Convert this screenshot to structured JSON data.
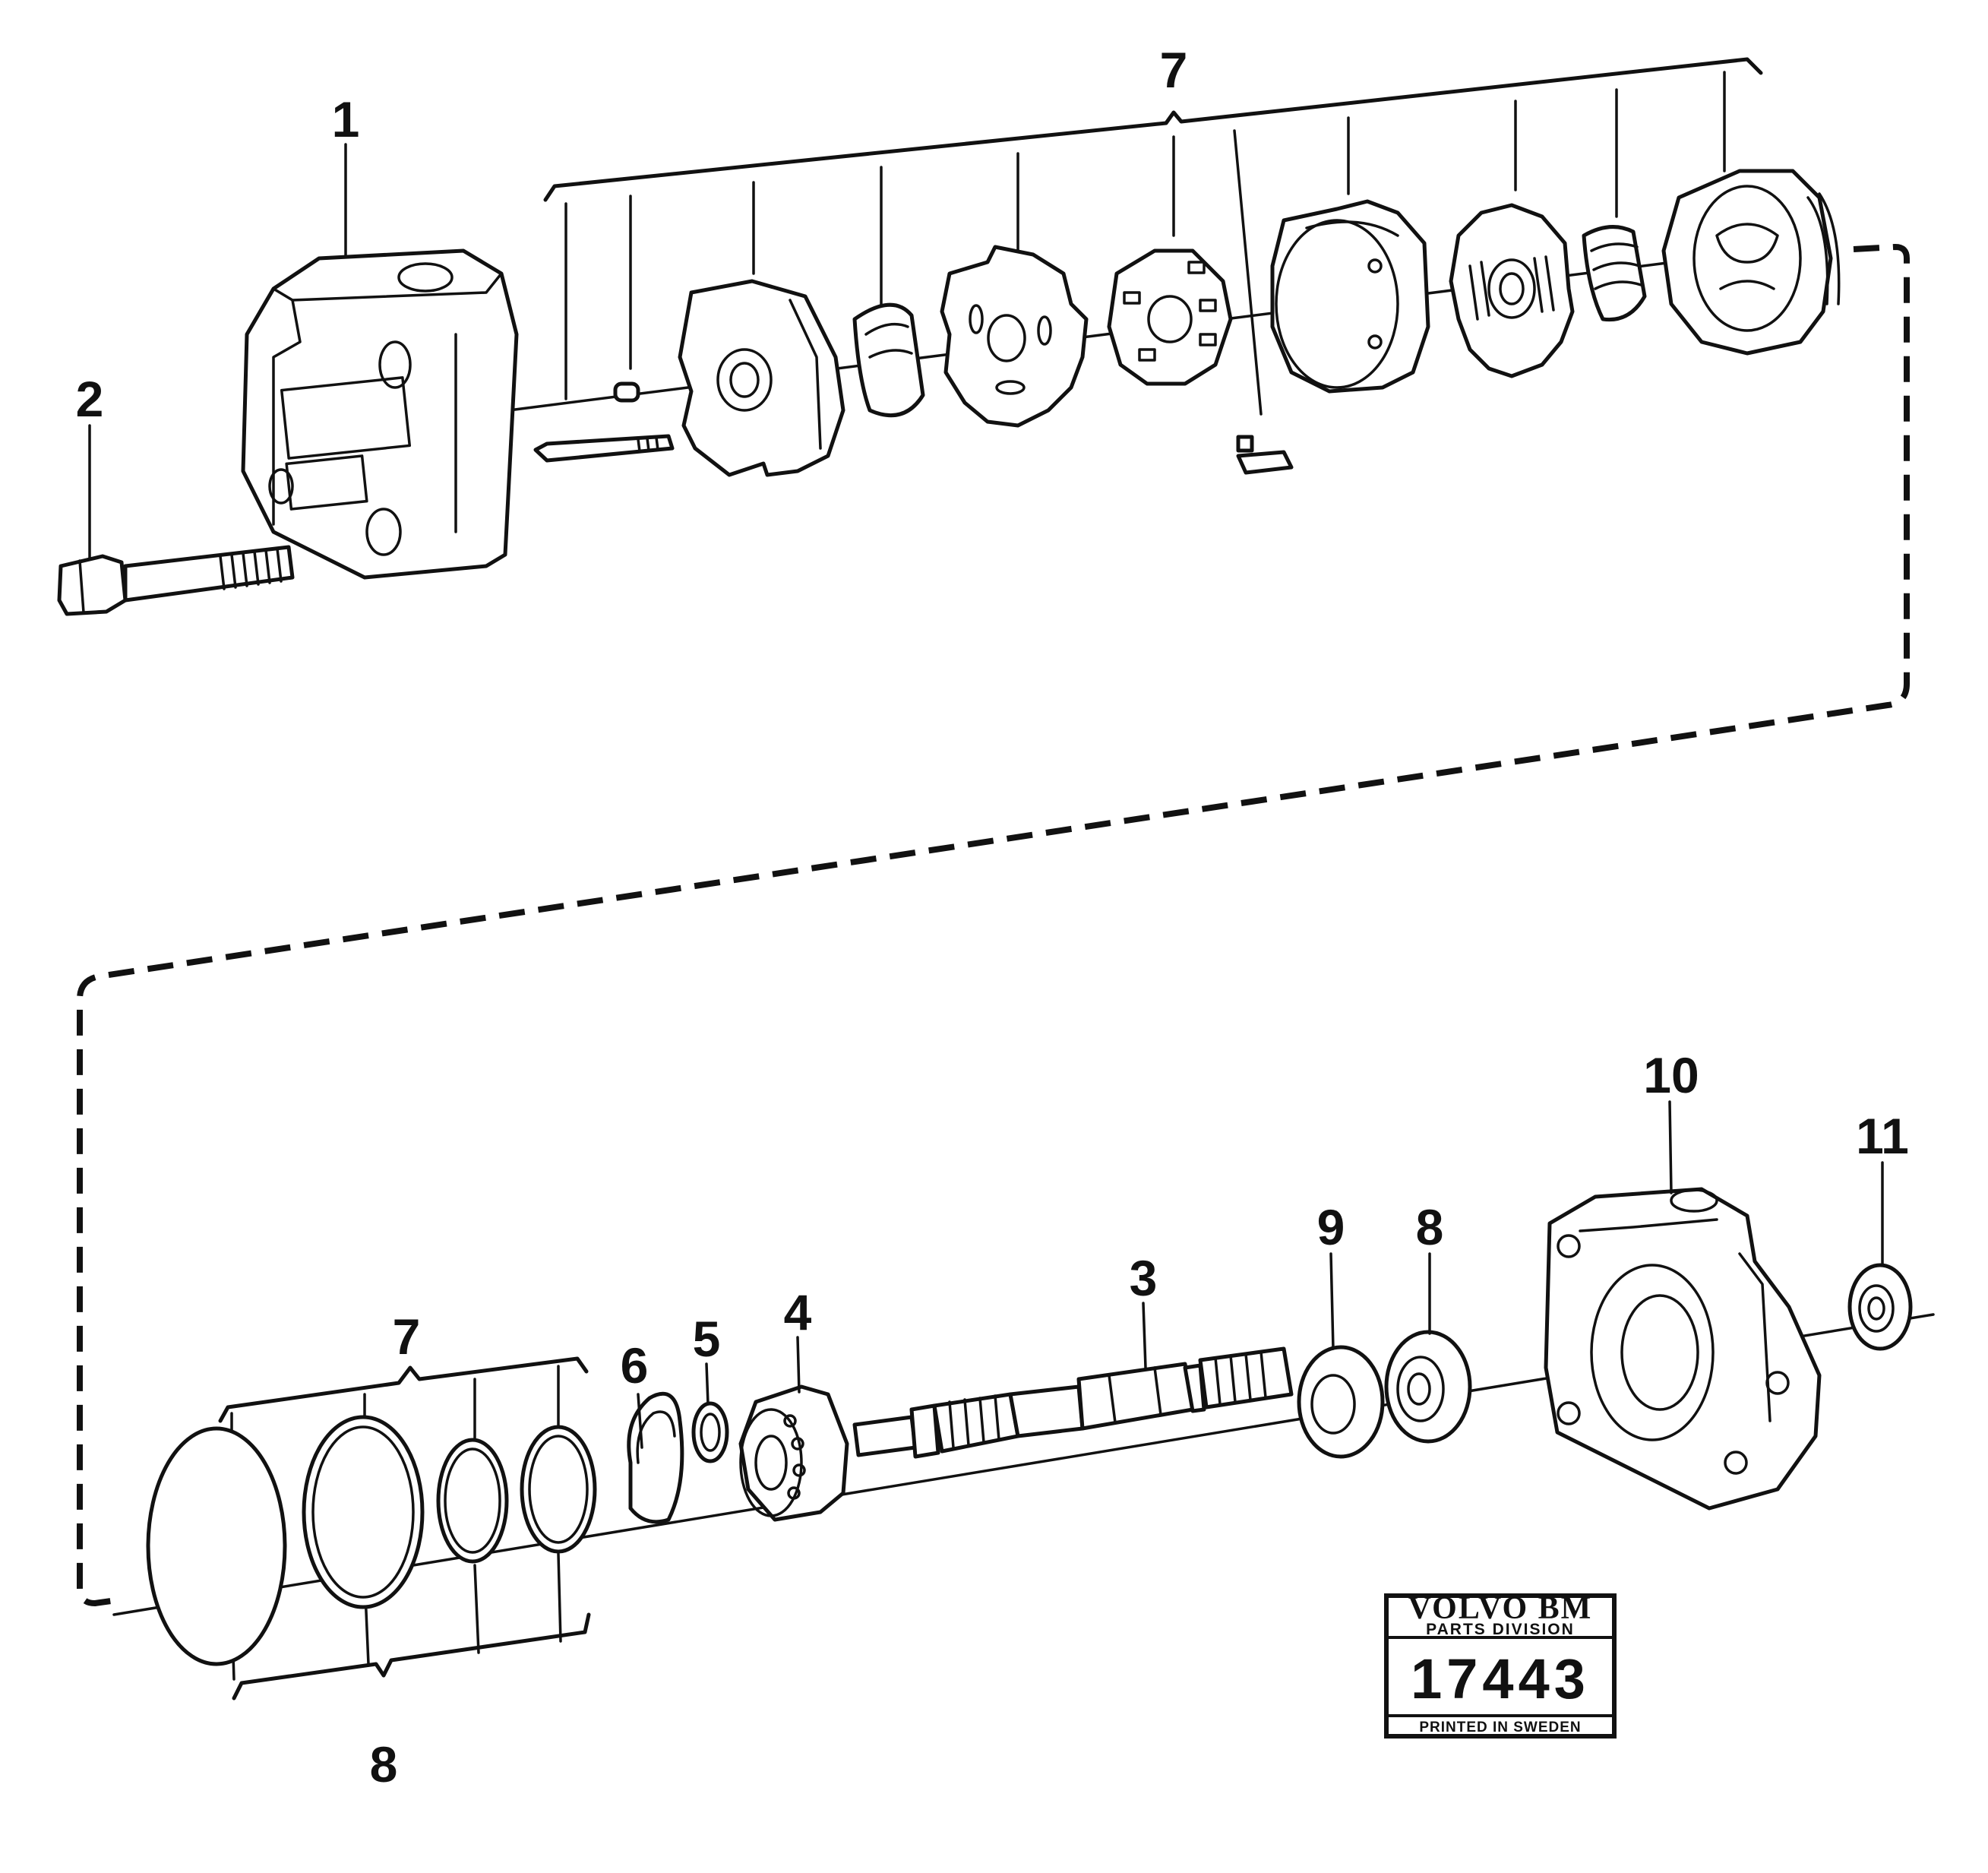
{
  "callouts": {
    "c1": "1",
    "c2": "2",
    "c3": "3",
    "c4": "4",
    "c5": "5",
    "c6": "6",
    "c7_top": "7",
    "c7_bottom": "7",
    "c8_top": "8",
    "c8_bottom": "8",
    "c9": "9",
    "c10": "10",
    "c11": "11"
  },
  "stamp": {
    "brand": "VOLVO BM",
    "division": "PARTS DIVISION",
    "number": "17443",
    "footer": "PRINTED IN SWEDEN"
  }
}
